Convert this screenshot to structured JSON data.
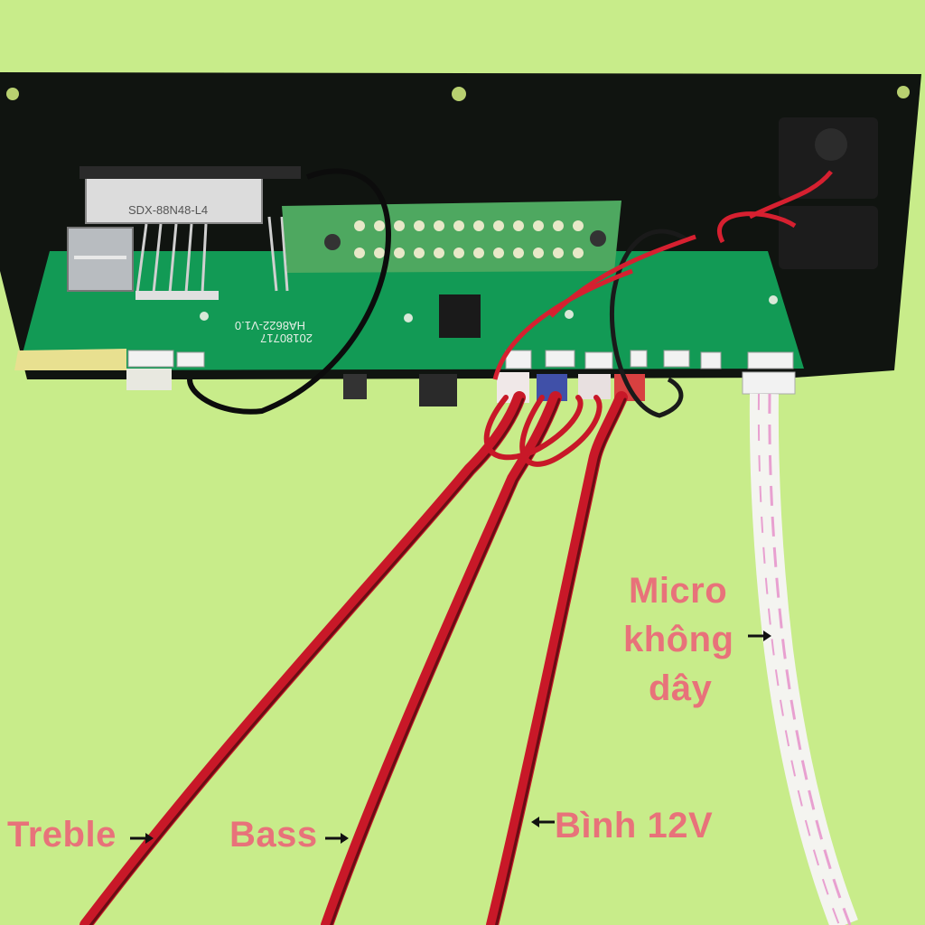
{
  "background_color": "#c8ec8a",
  "label_color": "#e8727a",
  "board": {
    "display_marking": "SDX-88N48-L4",
    "model_marking": "HA8622-V1.0",
    "date_marking": "20180717"
  },
  "labels": {
    "treble": "Treble",
    "bass": "Bass",
    "battery": "Bình 12V",
    "micro_line1": "Micro",
    "micro_line2": "không",
    "micro_line3": "dây"
  }
}
